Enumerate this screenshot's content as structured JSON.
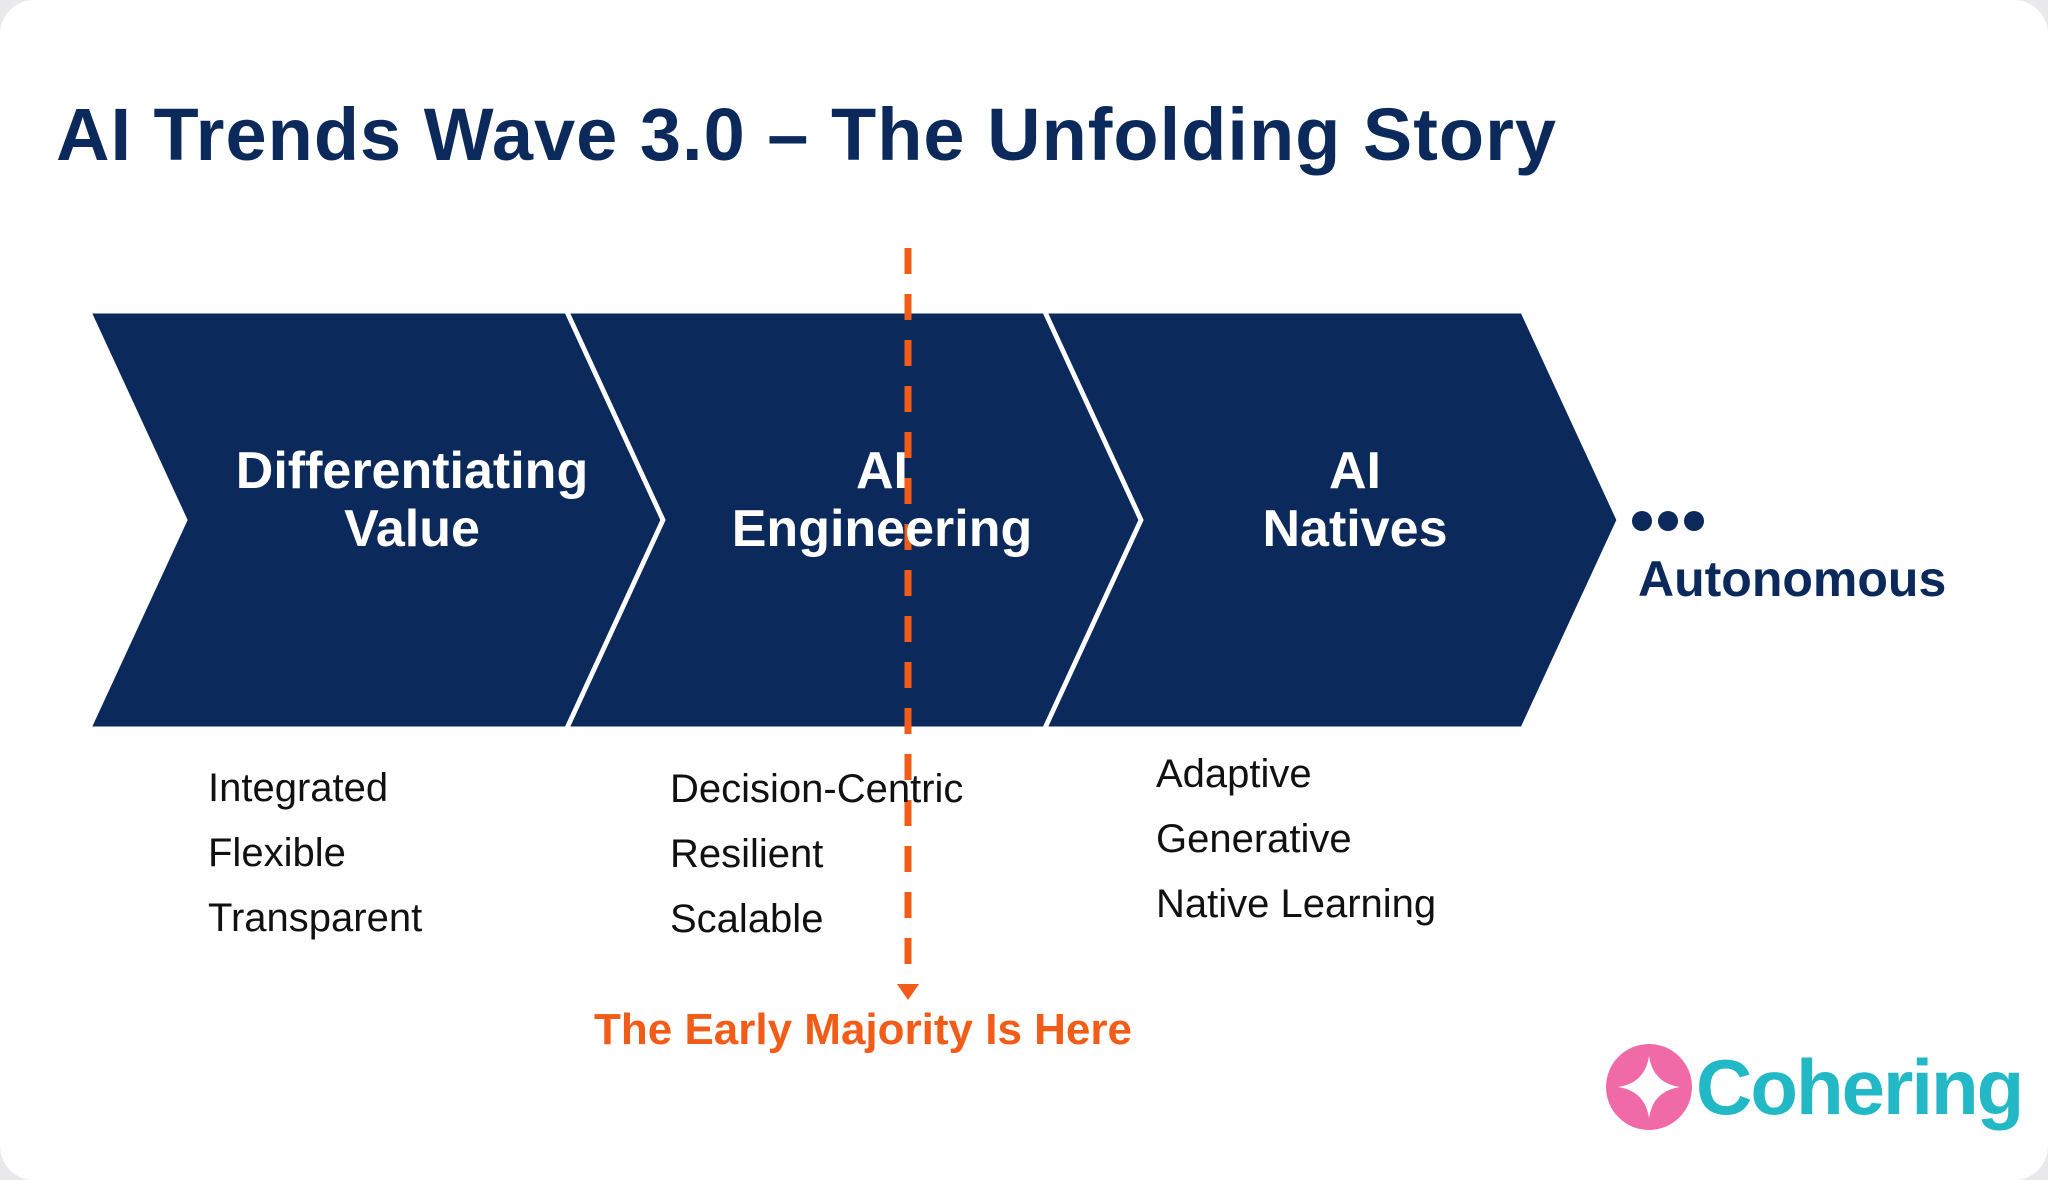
{
  "title": "AI Trends Wave 3.0 – The Unfolding Story",
  "colors": {
    "navy": "#0b2a5b",
    "orange": "#f25c19",
    "pink": "#f06aa8",
    "teal": "#22b8c6",
    "text": "#111111"
  },
  "stages": [
    {
      "line1": "Differentiating",
      "line2": "Value",
      "attributes": [
        "Integrated",
        "Flexible",
        "Transparent"
      ]
    },
    {
      "line1": "AI",
      "line2": "Engineering",
      "attributes": [
        "Decision-Centric",
        "Resilient",
        "Scalable"
      ]
    },
    {
      "line1": "AI",
      "line2": "Natives",
      "attributes": [
        "Adaptive",
        "Generative",
        "Native Learning"
      ]
    }
  ],
  "next_stage": {
    "ellipsis": "•••",
    "label": "Autonomous"
  },
  "callout": "The Early Majority Is Here",
  "logo": {
    "text": "Cohering",
    "icon": "four-point-star-icon"
  }
}
